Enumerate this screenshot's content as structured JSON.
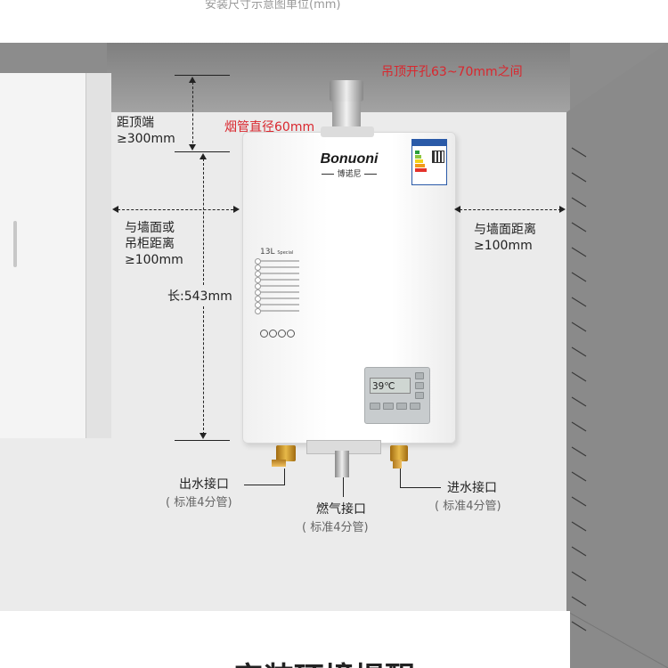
{
  "header": {
    "title": "安装尺寸示意图",
    "unit": "单位(mm)"
  },
  "labels": {
    "ceiling_hole": "吊顶开孔63~70mm之间",
    "flue_diameter": "烟管直径60mm",
    "top_clearance_1": "距顶端",
    "top_clearance_2": "≥300mm",
    "left_clearance_1": "与墙面或",
    "left_clearance_2": "吊柜距离",
    "left_clearance_3": "≥100mm",
    "right_clearance_1": "与墙面距离",
    "right_clearance_2": "≥100mm",
    "length": "长:543mm",
    "water_out": "出水接口",
    "water_out_spec": "( 标准4分管)",
    "gas": "燃气接口",
    "gas_spec": "( 标准4分管)",
    "water_in": "进水接口",
    "water_in_spec": "( 标准4分管)"
  },
  "heater": {
    "brand": "Bonuoni",
    "brand_cn": "博诺尼",
    "model": "13L",
    "model_suffix": "Special",
    "display_temp": "39℃"
  },
  "footer": {
    "title": "安装环境提醒"
  },
  "colors": {
    "accent_red": "#d9272e",
    "text": "#222222",
    "ceiling": "#8c8c8c",
    "wall": "#ebebeb"
  }
}
